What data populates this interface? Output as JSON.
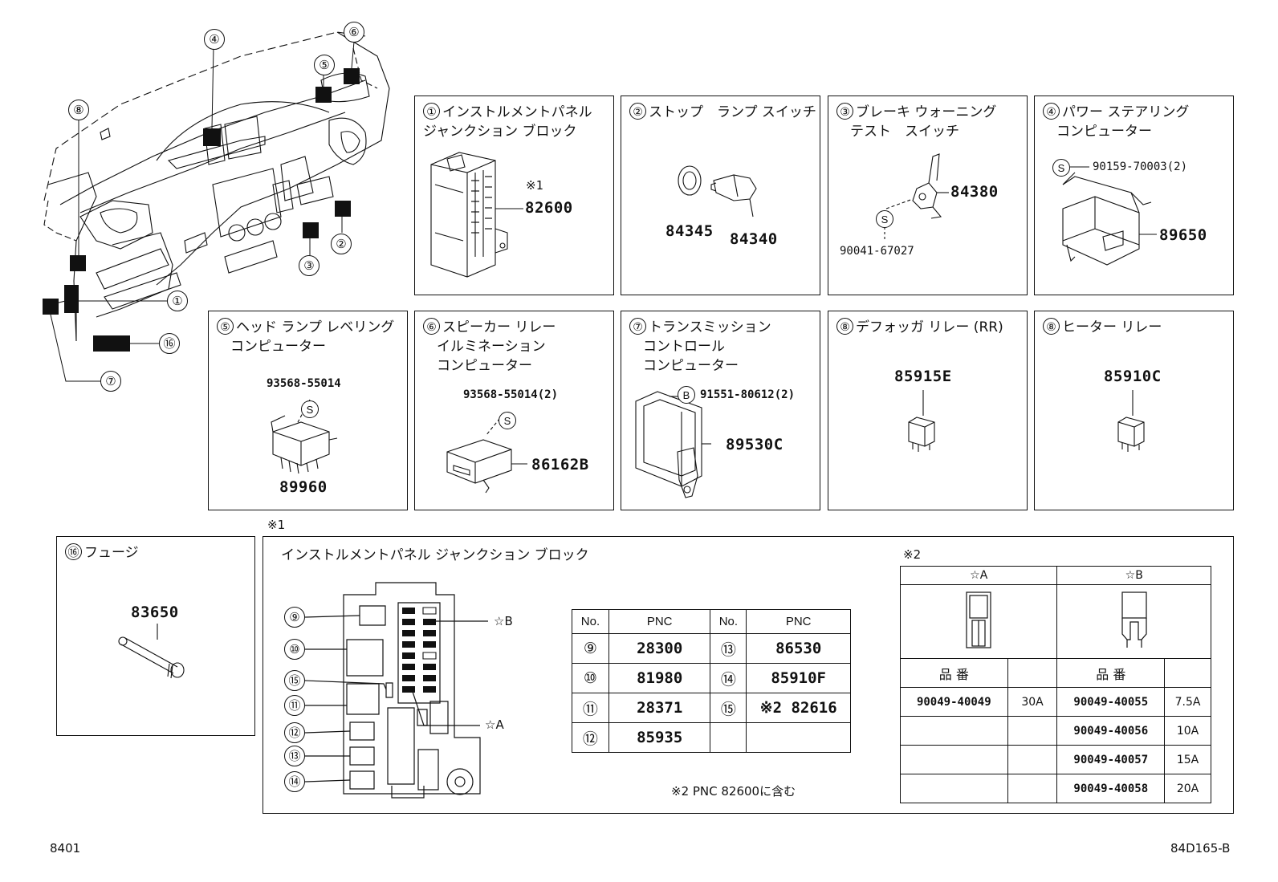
{
  "dashboard": {
    "callouts": [
      "①",
      "②",
      "③",
      "④",
      "⑤",
      "⑥",
      "⑦",
      "⑧",
      "⑯"
    ]
  },
  "panels": {
    "p1": {
      "num": "①",
      "title": "インストルメントパネル\nジャンクション ブロック",
      "note": "※1",
      "part": "82600"
    },
    "p2": {
      "num": "②",
      "title": "ストップ　ランプ スイッチ",
      "parts": [
        "84345",
        "84340"
      ]
    },
    "p3": {
      "num": "③",
      "title": "ブレーキ ウォーニング\n　テスト　スイッチ",
      "part": "84380",
      "screw": "S",
      "screw_part": "90041-67027"
    },
    "p4": {
      "num": "④",
      "title": "パワー ステアリング\n　コンピューター",
      "screw": "S",
      "screw_part": "90159-70003(2)",
      "part": "89650"
    },
    "p5": {
      "num": "⑤",
      "title": "ヘッド ランプ レベリング\n　コンピューター",
      "screw_part": "93568-55014",
      "screw": "S",
      "part": "89960"
    },
    "p6": {
      "num": "⑥",
      "title": "スピーカー リレー\n　イルミネーション\n　コンピューター",
      "screw_part": "93568-55014(2)",
      "screw": "S",
      "part": "86162B"
    },
    "p7": {
      "num": "⑦",
      "title": "トランスミッション\n　コントロール\n　コンピューター",
      "bolt": "B",
      "bolt_part": "91551-80612(2)",
      "part": "89530C"
    },
    "p8a": {
      "num": "⑧",
      "title": "デフォッガ リレー (RR)",
      "part": "85915E"
    },
    "p8b": {
      "num": "⑧",
      "title": "ヒーター リレー",
      "part": "85910C"
    },
    "p16": {
      "num": "⑯",
      "title": "フュージ",
      "part": "83650"
    }
  },
  "junction_block": {
    "note": "※1",
    "title": "インストルメントパネル ジャンクション ブロック",
    "callouts": [
      "⑨",
      "⑩",
      "⑮",
      "⑪",
      "⑫",
      "⑬",
      "⑭"
    ],
    "star_a": "☆A",
    "star_b": "☆B",
    "pnc_table": {
      "headers": [
        "No.",
        "PNC",
        "No.",
        "PNC"
      ],
      "rows": [
        [
          "⑨",
          "28300",
          "⑬",
          "86530"
        ],
        [
          "⑩",
          "81980",
          "⑭",
          "85910F"
        ],
        [
          "⑪",
          "28371",
          "⑮",
          "※2 82616"
        ],
        [
          "⑫",
          "85935",
          "",
          ""
        ]
      ]
    },
    "footnote": "※2 PNC 82600に含む",
    "fuse_table": {
      "note": "※2",
      "col_a": "☆A",
      "col_b": "☆B",
      "hinban": "品 番",
      "rows_a": [
        [
          "90049-40049",
          "30A"
        ],
        [
          "",
          ""
        ],
        [
          "",
          ""
        ],
        [
          "",
          ""
        ]
      ],
      "rows_b": [
        [
          "90049-40055",
          "7.5A"
        ],
        [
          "90049-40056",
          "10A"
        ],
        [
          "90049-40057",
          "15A"
        ],
        [
          "90049-40058",
          "20A"
        ]
      ]
    }
  },
  "footer": {
    "page": "8401",
    "code": "84D165-B"
  }
}
